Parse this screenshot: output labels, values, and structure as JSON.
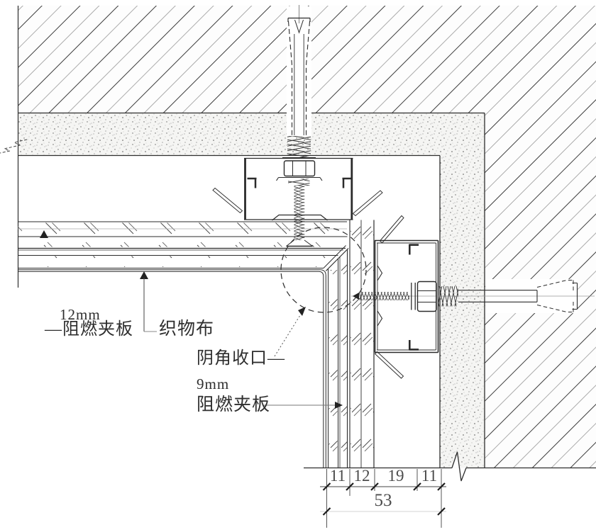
{
  "labels": {
    "board12_size": "12mm",
    "board12_name": "—阻燃夹板",
    "fabric": "织物布",
    "corner_note": "阴角收口—",
    "board9_size": "9mm",
    "board9_name": "阻燃夹板"
  },
  "dimensions": {
    "segments": [
      "11",
      "12",
      "19",
      "11"
    ],
    "total": "53"
  }
}
